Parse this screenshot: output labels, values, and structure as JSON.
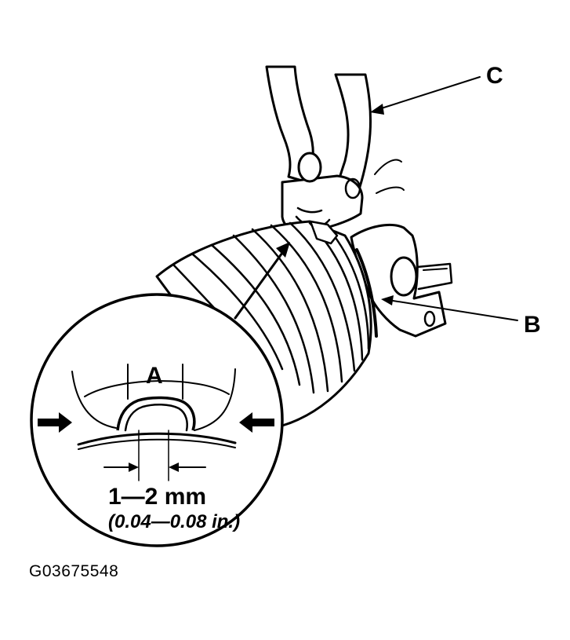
{
  "labels": {
    "a": "A",
    "b": "B",
    "c": "C"
  },
  "dimension": {
    "metric": "1—2 mm",
    "imperial": "(0.04—0.08 in.)"
  },
  "figure_code": "G03675548"
}
